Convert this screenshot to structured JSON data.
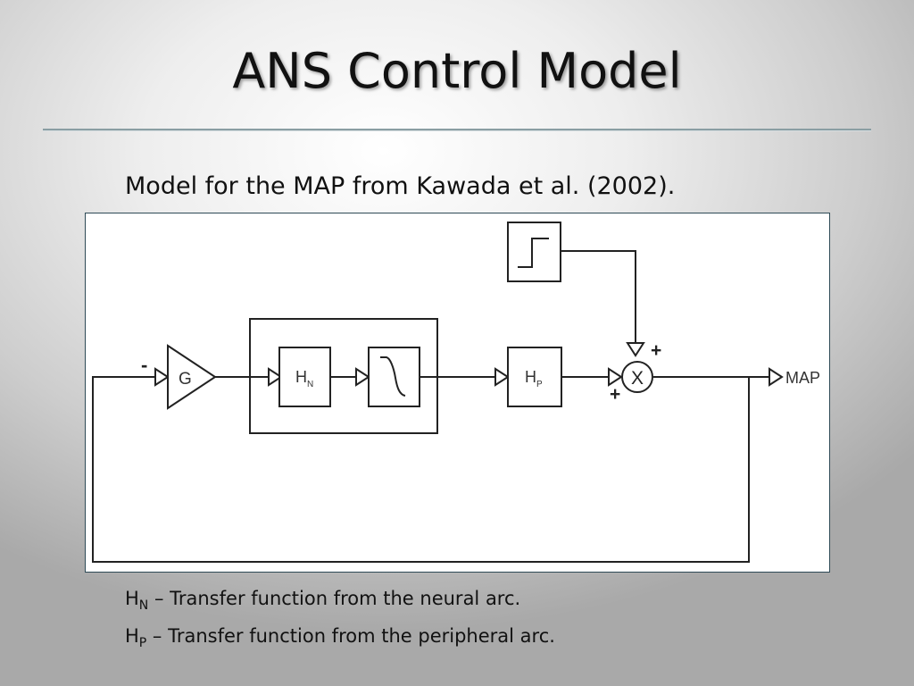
{
  "slide": {
    "title": "ANS Control Model",
    "subtitle": "Model for the MAP from Kawada et al. (2002)."
  },
  "diagram": {
    "gain_label": "G",
    "hn_main": "H",
    "hn_sub": "N",
    "hp_main": "H",
    "hp_sub": "P",
    "junction_label": "X",
    "output_label": "MAP",
    "feedback_sign": "-",
    "step_sign": "+",
    "periph_sign": "+"
  },
  "legend": [
    {
      "sym": "H",
      "sub": "N",
      "text": " – Transfer function from the neural arc."
    },
    {
      "sym": "H",
      "sub": "P",
      "text": " – Transfer function from the peripheral arc."
    }
  ]
}
